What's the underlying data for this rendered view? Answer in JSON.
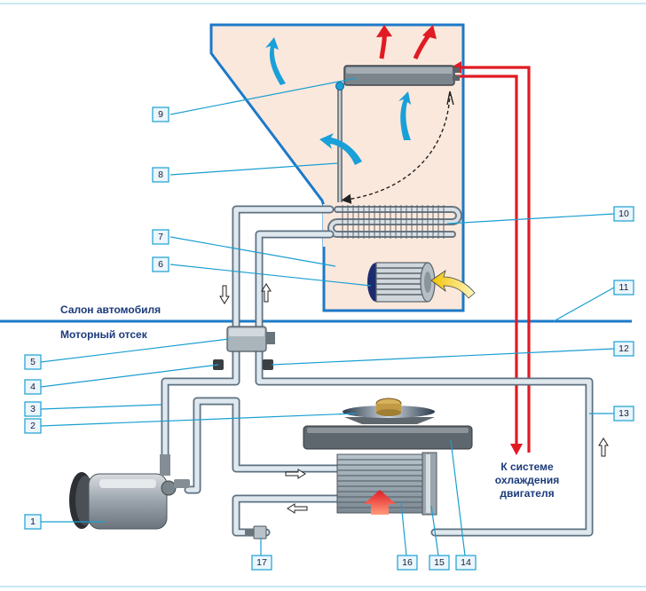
{
  "labels": {
    "cabin": "Салон автомобиля",
    "engine_bay": "Моторный отсек",
    "coolant_line1": "К системе",
    "coolant_line2": "охлаждения",
    "coolant_line3": "двигателя"
  },
  "callouts": [
    "1",
    "2",
    "3",
    "4",
    "5",
    "6",
    "7",
    "8",
    "9",
    "10",
    "11",
    "12",
    "13",
    "14",
    "15",
    "16",
    "17"
  ],
  "colors": {
    "heater_box": "#fbe8dc",
    "box_outline": "#1c79c8",
    "hot_line": "#e01b24",
    "air_flow": "#1aa0d8",
    "leader": "#1a9fd1",
    "label_text": "#1b3a7a"
  },
  "icons": {
    "air_flow": "curved-arrow-icon",
    "hot_air": "red-arrow-icon",
    "refrigerant_direction": "outline-arrow-icon"
  }
}
